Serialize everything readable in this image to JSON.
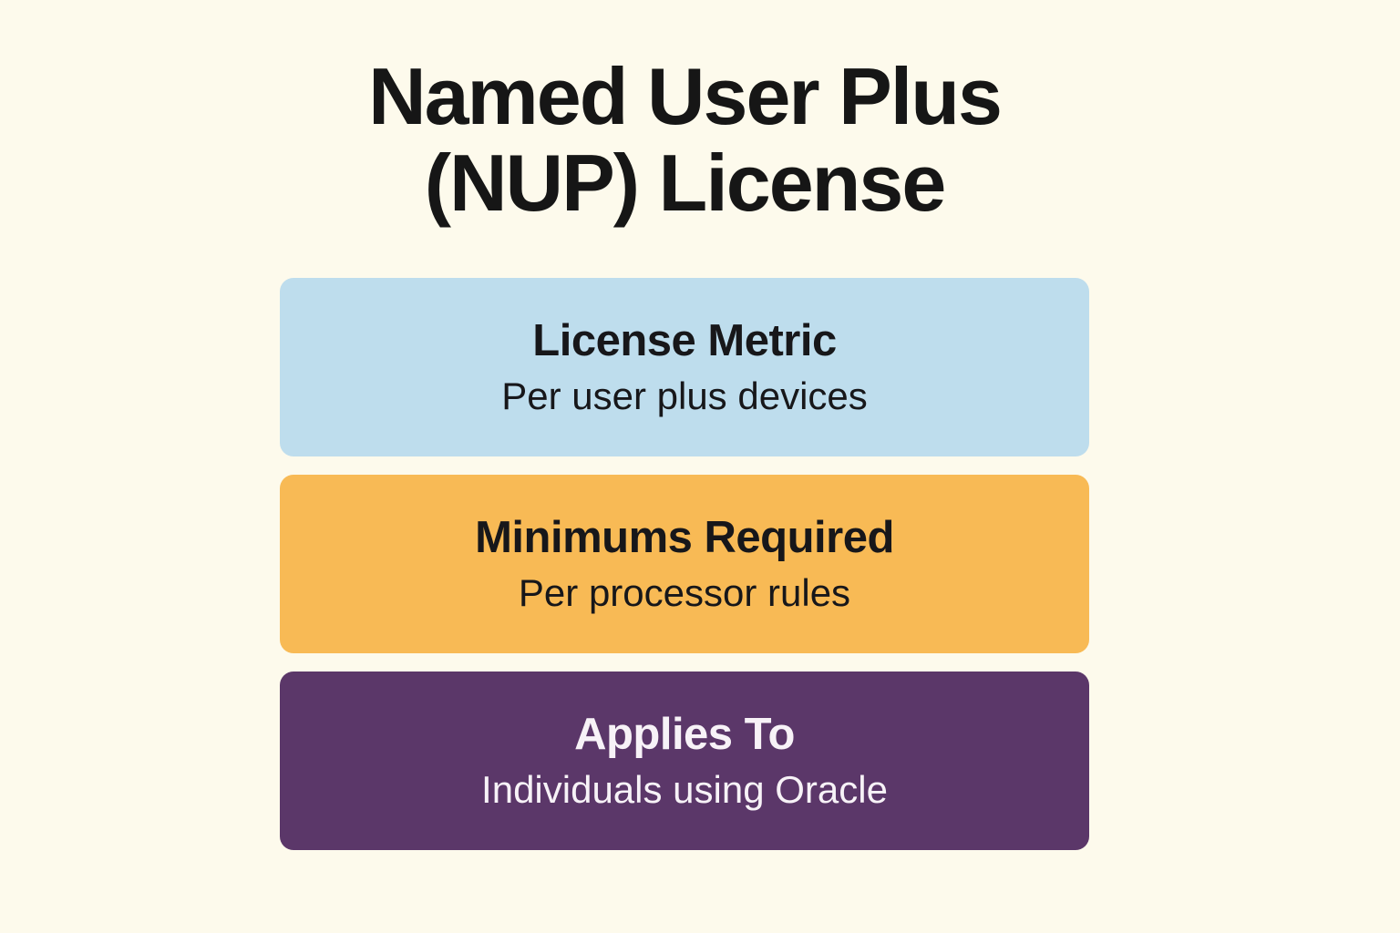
{
  "page": {
    "background_color": "#fdfaec"
  },
  "title": {
    "line1": "Named User Plus",
    "line2": "(NUP) License",
    "color": "#161616"
  },
  "rows": [
    {
      "heading": "License Metric",
      "description": "Per user plus devices",
      "bg_color": "#bedded",
      "text_color": "#17171a"
    },
    {
      "heading": "Minimums Required",
      "description": "Per processor rules",
      "bg_color": "#f8ba55",
      "text_color": "#17171a"
    },
    {
      "heading": "Applies To",
      "description": "Individuals using Oracle",
      "bg_color": "#5b3769",
      "text_color": "#f7f2f7"
    }
  ]
}
